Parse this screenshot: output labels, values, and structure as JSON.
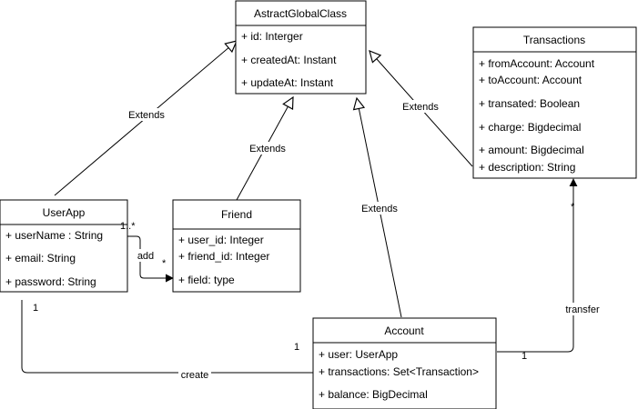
{
  "classes": {
    "abstract": {
      "name": "AstractGlobalClass",
      "attrs": [
        "+ id: Interger",
        "+ createdAt: Instant",
        "+ updateAt: Instant"
      ]
    },
    "transactions": {
      "name": "Transactions",
      "attrs": [
        "+ fromAccount: Account",
        "+ toAccount: Account",
        "+ transated: Boolean",
        "+ charge: Bigdecimal",
        "+ amount: Bigdecimal",
        "+ description: String"
      ]
    },
    "userapp": {
      "name": "UserApp",
      "attrs": [
        "+ userName : String",
        "+ email: String",
        "+ password: String"
      ]
    },
    "friend": {
      "name": "Friend",
      "attrs": [
        "+ user_id: Integer",
        "+ friend_id: Integer",
        "+ field: type"
      ]
    },
    "account": {
      "name": "Account",
      "attrs": [
        "+ user: UserApp",
        "+ transactions: Set<Transaction>",
        "+ balance: BigDecimal"
      ]
    }
  },
  "relations": {
    "extends_label": "Extends",
    "add_label": "add",
    "create_label": "create",
    "transfer_label": "transfer",
    "mult_one": "1",
    "mult_many": "*",
    "mult_one_many": "1..*"
  }
}
